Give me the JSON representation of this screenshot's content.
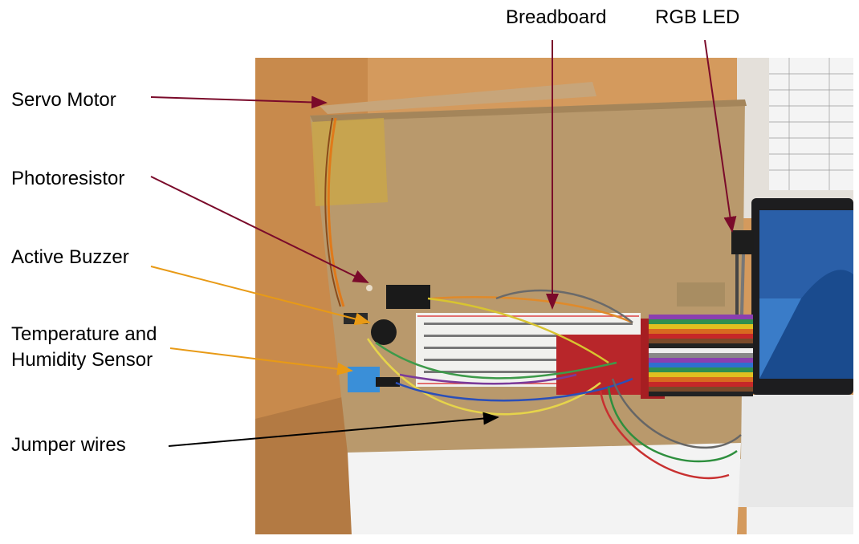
{
  "labels": {
    "servo_motor": "Servo Motor",
    "photoresistor": "Photoresistor",
    "active_buzzer": "Active Buzzer",
    "temp_humidity_line1": "Temperature and",
    "temp_humidity_line2": "Humidity Sensor",
    "jumper_wires": "Jumper wires",
    "breadboard": "Breadboard",
    "rgb_led": "RGB LED"
  },
  "colors": {
    "arrow_dark_red": "#7a0a2a",
    "arrow_orange": "#e89a16",
    "arrow_black": "#000000",
    "cardboard": "#b89a70",
    "wall": "#d9a46a"
  }
}
